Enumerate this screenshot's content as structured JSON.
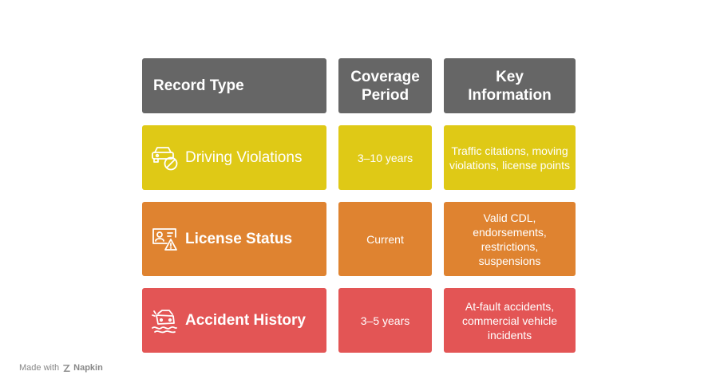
{
  "headers": [
    "Record Type",
    "Coverage Period",
    "Key Information"
  ],
  "rows": [
    {
      "icon": "car-prohibited-icon",
      "record_type": "Driving Violations",
      "coverage": "3–10 years",
      "info": "Traffic citations, moving violations, license points",
      "color": "#dfc916"
    },
    {
      "icon": "license-warning-icon",
      "record_type": "License Status",
      "coverage": "Current",
      "info": "Valid CDL, endorsements, restrictions, suspensions",
      "color": "#df8330"
    },
    {
      "icon": "car-crash-icon",
      "record_type": "Accident History",
      "coverage": "3–5 years",
      "info": "At-fault accidents, commercial vehicle incidents",
      "color": "#e35555"
    }
  ],
  "header_color": "#666666",
  "footer": {
    "made_with": "Made with",
    "brand": "Napkin"
  }
}
